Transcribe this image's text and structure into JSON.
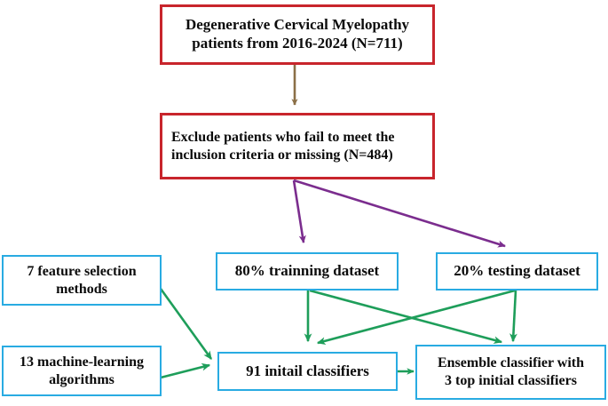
{
  "diagram": {
    "type": "flowchart",
    "title": "Degenerative Cervical Myelopathy study workflow",
    "colors": {
      "red_border": "#c8252c",
      "blue_border": "#29abe2",
      "brown_arrow": "#8b6f47",
      "purple_arrow": "#7b2d8e",
      "green_arrow": "#1e9e5a",
      "text": "#0b0b0b",
      "background": "#ffffff"
    },
    "nodes": [
      {
        "id": "cohort",
        "label": "Degenerative Cervical Myelopathy\npatients from 2016-2024 (N=711)",
        "border": "red",
        "align": "center"
      },
      {
        "id": "exclude",
        "label": "Exclude patients who fail to meet the\ninclusion criteria or missing (N=484)",
        "border": "red",
        "align": "left"
      },
      {
        "id": "training",
        "label": "80% trainning dataset",
        "border": "blue",
        "align": "center"
      },
      {
        "id": "testing",
        "label": "20% testing dataset",
        "border": "blue",
        "align": "center"
      },
      {
        "id": "features",
        "label": "7 feature selection\nmethods",
        "border": "blue",
        "align": "center"
      },
      {
        "id": "algorithms",
        "label": "13 machine-learning\nalgorithms",
        "border": "blue",
        "align": "center"
      },
      {
        "id": "initial",
        "label": "91 initail classifiers",
        "border": "blue",
        "align": "center"
      },
      {
        "id": "ensemble",
        "label": "Ensemble classifier with\n3 top initial classifiers",
        "border": "blue",
        "align": "center"
      }
    ],
    "edges": [
      {
        "id": "e-cohort-exclude",
        "from": "cohort",
        "to": "exclude",
        "color": "brown"
      },
      {
        "id": "e-exclude-training",
        "from": "exclude",
        "to": "training",
        "color": "purple"
      },
      {
        "id": "e-exclude-testing",
        "from": "exclude",
        "to": "testing",
        "color": "purple"
      },
      {
        "id": "e-training-initial",
        "from": "training",
        "to": "initial",
        "color": "green"
      },
      {
        "id": "e-training-ensemble",
        "from": "training",
        "to": "ensemble",
        "color": "green"
      },
      {
        "id": "e-testing-initial",
        "from": "testing",
        "to": "initial",
        "color": "green"
      },
      {
        "id": "e-testing-ensemble",
        "from": "testing",
        "to": "ensemble",
        "color": "green"
      },
      {
        "id": "e-features-initial",
        "from": "features",
        "to": "initial",
        "color": "green"
      },
      {
        "id": "e-algorithms-initial",
        "from": "algorithms",
        "to": "initial",
        "color": "green"
      },
      {
        "id": "e-initial-ensemble",
        "from": "initial",
        "to": "ensemble",
        "color": "green"
      }
    ]
  }
}
